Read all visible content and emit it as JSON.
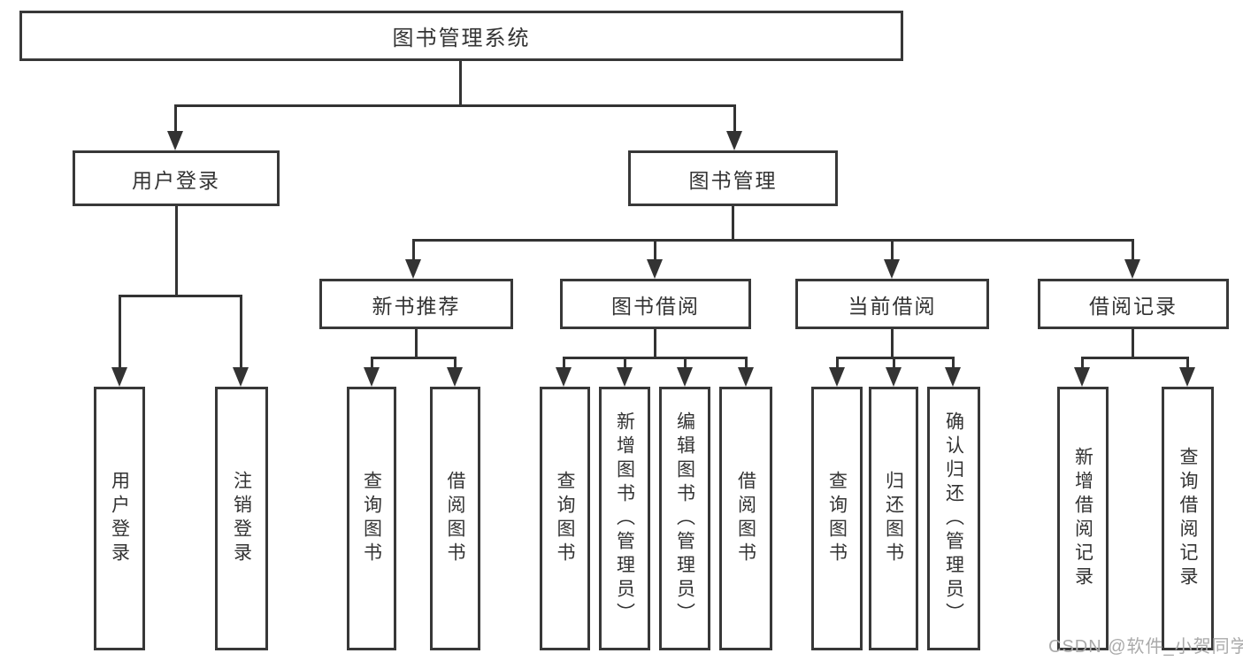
{
  "diagram": {
    "title": "图书管理系统",
    "type": "hierarchy-tree",
    "colors": {
      "line": "#333333",
      "box_border": "#383838",
      "text": "#333333",
      "background": "#ffffff",
      "watermark": "#aaaaaa"
    },
    "nodes": {
      "root": {
        "label": "图书管理系统"
      },
      "userLogin": {
        "label": "用户登录"
      },
      "bookManagement": {
        "label": "图书管理"
      },
      "newBookRecommend": {
        "label": "新书推荐"
      },
      "bookBorrow": {
        "label": "图书借阅"
      },
      "currentBorrow": {
        "label": "当前借阅"
      },
      "borrowRecords": {
        "label": "借阅记录"
      },
      "leafUserLogin": {
        "label": "用户登录"
      },
      "leafLogout": {
        "label": "注销登录"
      },
      "nbQueryBook": {
        "label": "查询图书"
      },
      "nbBorrowBook": {
        "label": "借阅图书"
      },
      "bbQueryBook": {
        "label": "查询图书"
      },
      "bbAddBook": {
        "label": "新增图书（管理员）"
      },
      "bbEditBook": {
        "label": "编辑图书（管理员）"
      },
      "bbBorrowBook": {
        "label": "借阅图书"
      },
      "cbQueryBook": {
        "label": "查询图书"
      },
      "cbReturnBook": {
        "label": "归还图书"
      },
      "cbConfirmReturn": {
        "label": "确认归还（管理员）"
      },
      "brAddRecord": {
        "label": "新增借阅记录"
      },
      "brQueryRecord": {
        "label": "查询借阅记录"
      }
    },
    "edges": [
      "root->userLogin",
      "root->bookManagement",
      "userLogin->leafUserLogin",
      "userLogin->leafLogout",
      "bookManagement->newBookRecommend",
      "bookManagement->bookBorrow",
      "bookManagement->currentBorrow",
      "bookManagement->borrowRecords",
      "newBookRecommend->nbQueryBook",
      "newBookRecommend->nbBorrowBook",
      "bookBorrow->bbQueryBook",
      "bookBorrow->bbAddBook",
      "bookBorrow->bbEditBook",
      "bookBorrow->bbBorrowBook",
      "currentBorrow->cbQueryBook",
      "currentBorrow->cbReturnBook",
      "currentBorrow->cbConfirmReturn",
      "borrowRecords->brAddRecord",
      "borrowRecords->brQueryRecord"
    ],
    "watermark": "CSDN @软件_小贺同学"
  }
}
